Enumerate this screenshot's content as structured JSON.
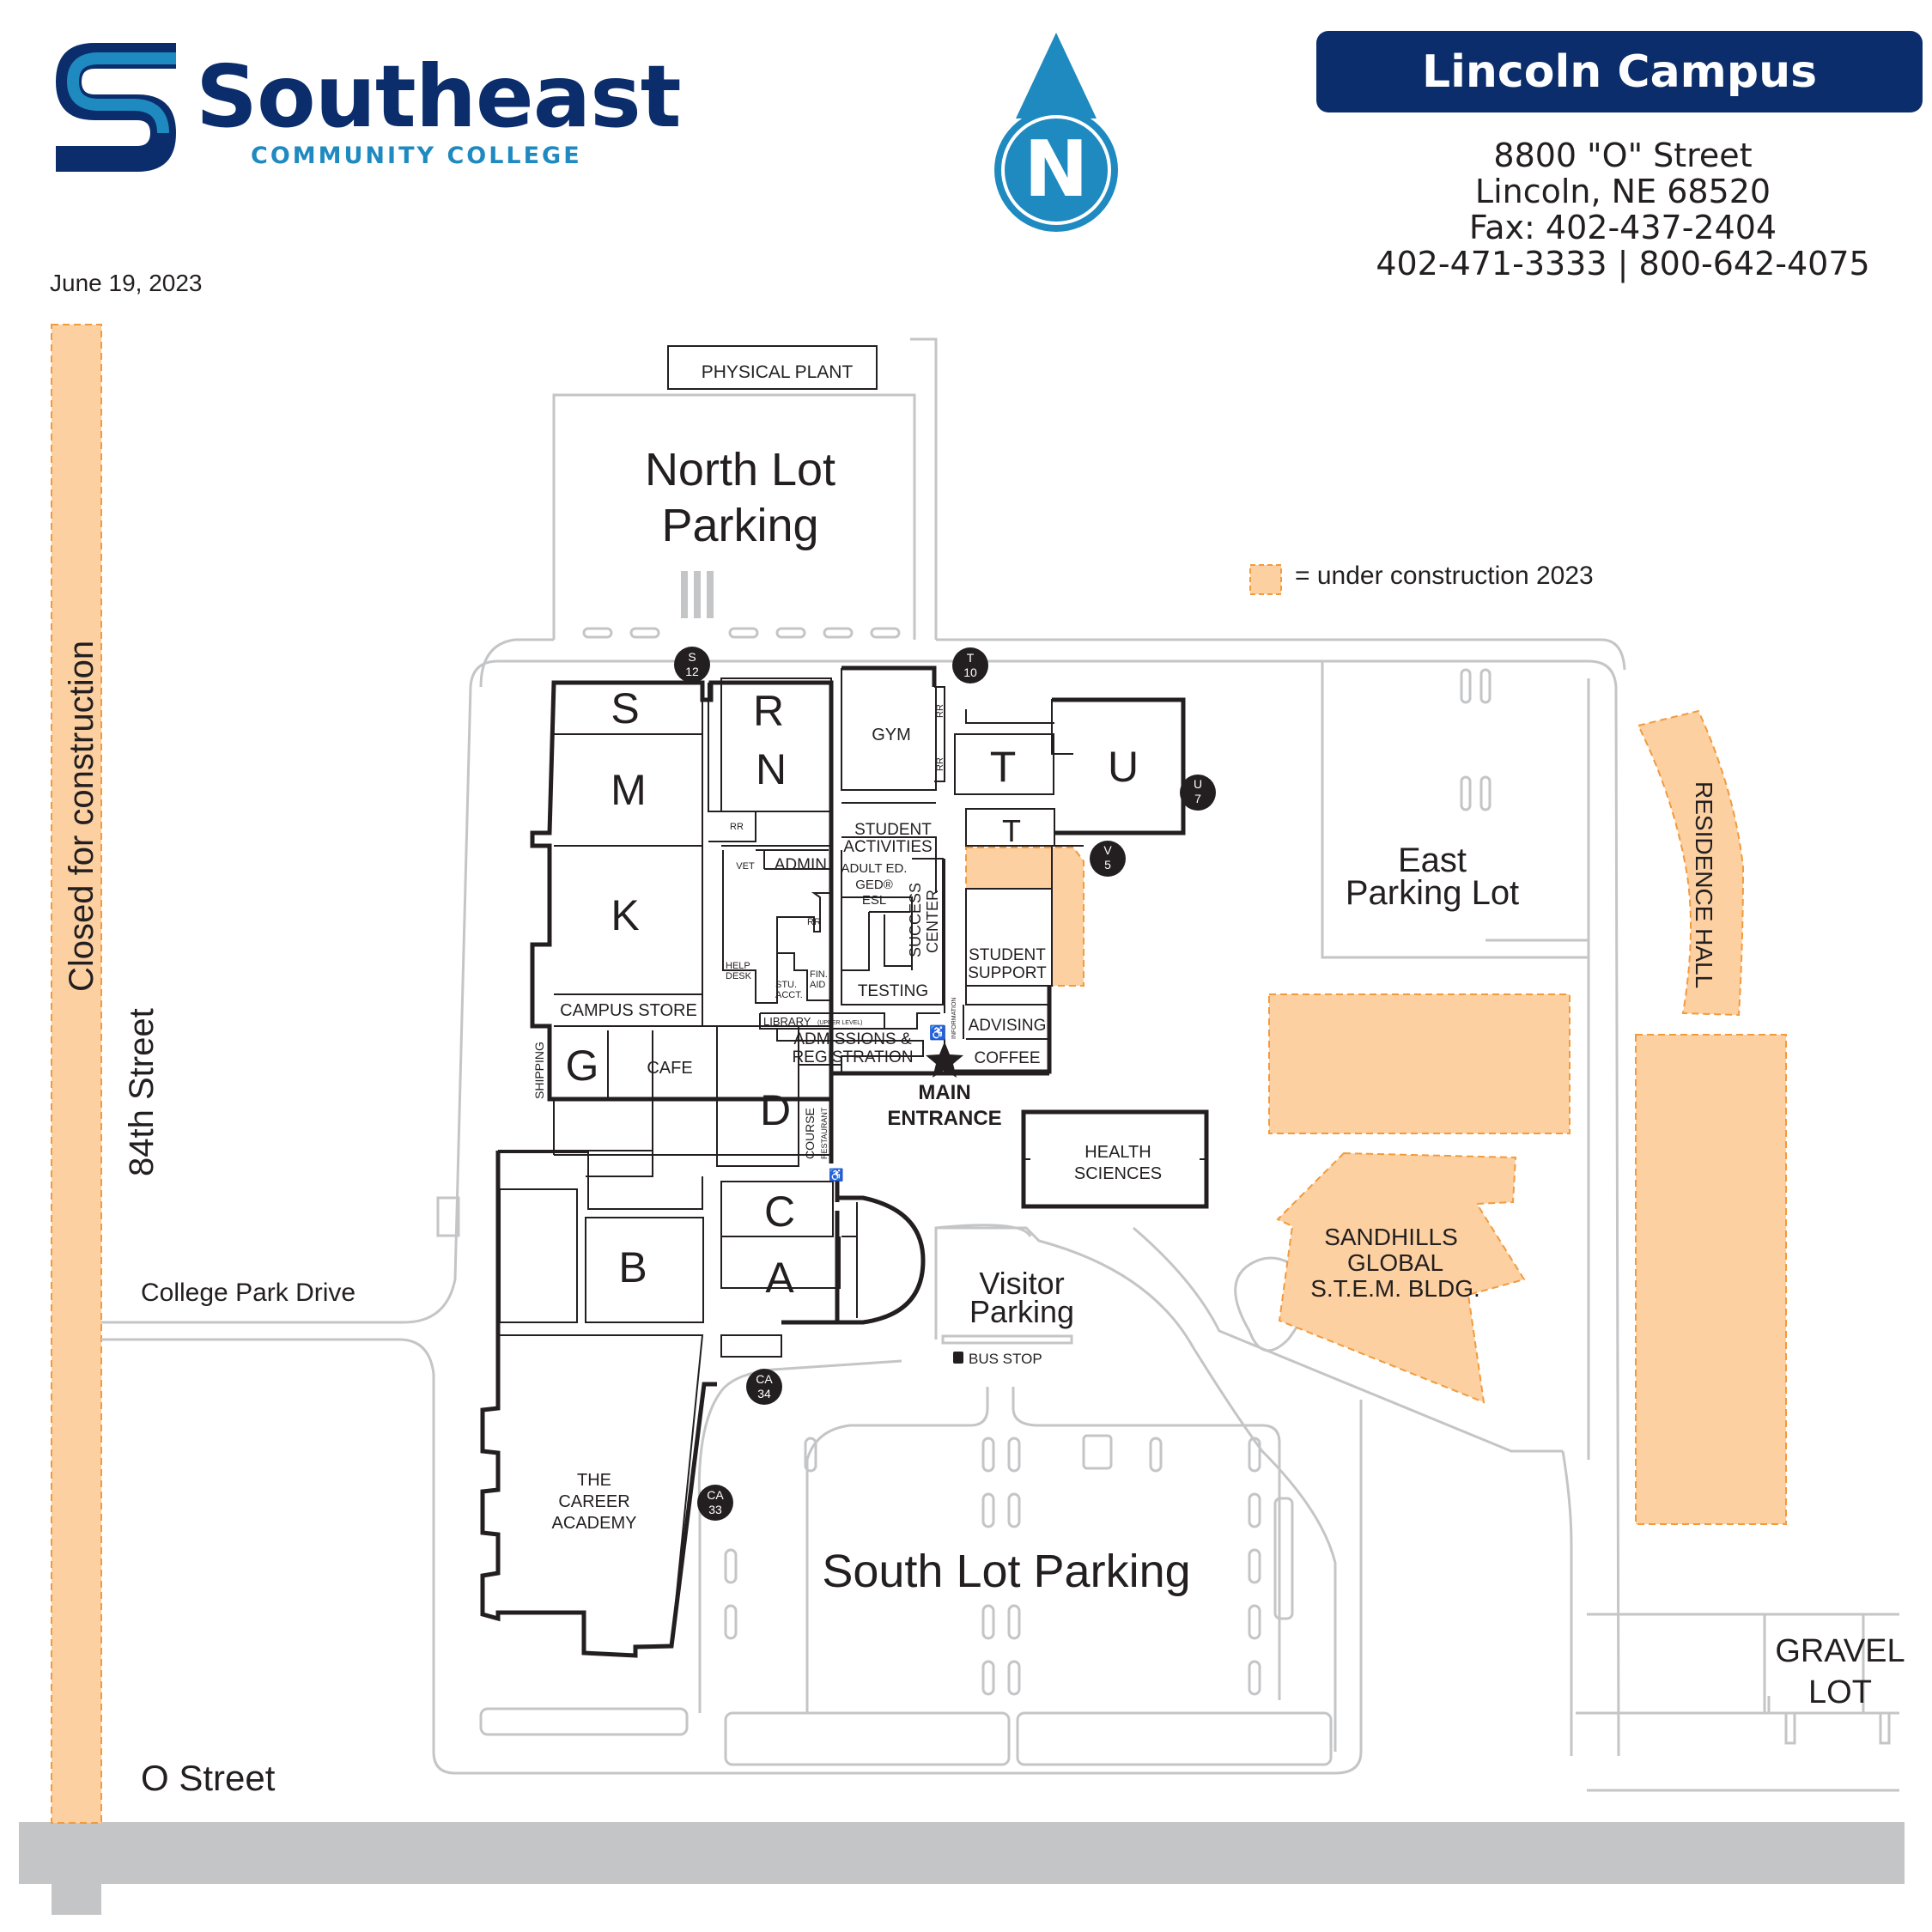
{
  "header": {
    "brand_name": "Southeast",
    "brand_sub": "COMMUNITY COLLEGE",
    "date": "June 19, 2023",
    "compass": "N",
    "campus_title": "Lincoln Campus",
    "address": [
      "8800 \"O\" Street",
      "Lincoln, NE 68520",
      "Fax:  402-437-2404",
      "402-471-3333   |   800-642-4075"
    ]
  },
  "legend": {
    "text": "= under construction 2023",
    "color": "#fcd0a1"
  },
  "colors": {
    "brand_navy": "#0b2d6b",
    "brand_blue": "#1f8ac0",
    "construction": "#fcd0a1",
    "construction_border": "#f39a3c",
    "road": "#c4c5c7",
    "outline": "#231f20"
  },
  "streets": {
    "west": "84th Street",
    "west_closed": "Closed for construction",
    "college_park": "College Park Drive",
    "south": "O Street"
  },
  "lots": {
    "north": [
      "North Lot",
      "Parking"
    ],
    "east": [
      "East",
      "Parking Lot"
    ],
    "south": "South Lot Parking",
    "visitor": [
      "Visitor",
      "Parking"
    ],
    "gravel": [
      "GRAVEL",
      "LOT"
    ],
    "bus_stop": "BUS STOP"
  },
  "buildings": {
    "S": "S",
    "R": "R",
    "M": "M",
    "N": "N",
    "K": "K",
    "T": "T",
    "T2": "T",
    "U": "U",
    "G": "G",
    "D": "D",
    "C": "C",
    "A": "A",
    "B": "B",
    "physical_plant": "PHYSICAL PLANT",
    "gym": "GYM",
    "campus_store": "CAMPUS STORE",
    "cafe": "CAFE",
    "shipping": "SHIPPING",
    "student_activities": [
      "STUDENT",
      "ACTIVITIES"
    ],
    "adult_ed": [
      "ADULT ED.",
      "GED®",
      "ESL"
    ],
    "success_center": [
      "SUCCESS",
      "CENTER"
    ],
    "testing": "TESTING",
    "admin": "ADMIN.",
    "vet": "VET",
    "rr": "RR",
    "help_desk": [
      "HELP",
      "DESK"
    ],
    "stu_acct": [
      "STU.",
      "ACCT."
    ],
    "fin_aid": [
      "FIN.",
      "AID"
    ],
    "library": "LIBRARY",
    "library_note": "(UPPER LEVEL)",
    "admissions": [
      "ADMISSIONS &",
      "REGISTRATION"
    ],
    "student_support": [
      "STUDENT",
      "SUPPORT"
    ],
    "advising": "ADVISING",
    "coffee": "COFFEE",
    "information": "INFORMATION",
    "course_restaurant": [
      "COURSE",
      "RESTAURANT"
    ],
    "main_entrance": [
      "MAIN",
      "ENTRANCE"
    ],
    "health_sciences": [
      "HEALTH",
      "SCIENCES"
    ],
    "career_academy": [
      "THE",
      "CAREER",
      "ACADEMY"
    ],
    "residence_hall": "RESIDENCE HALL",
    "sandhills": [
      "SANDHILLS",
      "GLOBAL",
      "S.T.E.M.  BLDG."
    ]
  },
  "entrances": [
    {
      "id": "S12",
      "l1": "S",
      "l2": "12"
    },
    {
      "id": "T10",
      "l1": "T",
      "l2": "10"
    },
    {
      "id": "U7",
      "l1": "U",
      "l2": "7"
    },
    {
      "id": "V5",
      "l1": "V",
      "l2": "5"
    },
    {
      "id": "CA34",
      "l1": "CA",
      "l2": "34"
    },
    {
      "id": "CA33",
      "l1": "CA",
      "l2": "33"
    }
  ]
}
